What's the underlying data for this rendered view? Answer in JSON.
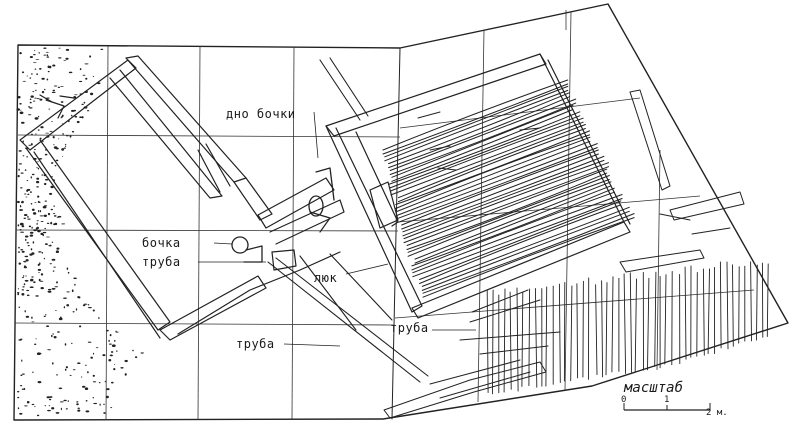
{
  "labels": {
    "barrel_bottom": "дно бочки",
    "barrel": "бочка",
    "pipe_left": "труба",
    "hatch": "люк",
    "pipe_right": "труба",
    "pipe_bottom": "труба"
  },
  "scale": {
    "title": "масштаб",
    "tick_0": "0",
    "tick_1": "1",
    "tick_2": "2 м."
  },
  "colors": {
    "ink": "#222222",
    "paper": "#ffffff"
  }
}
